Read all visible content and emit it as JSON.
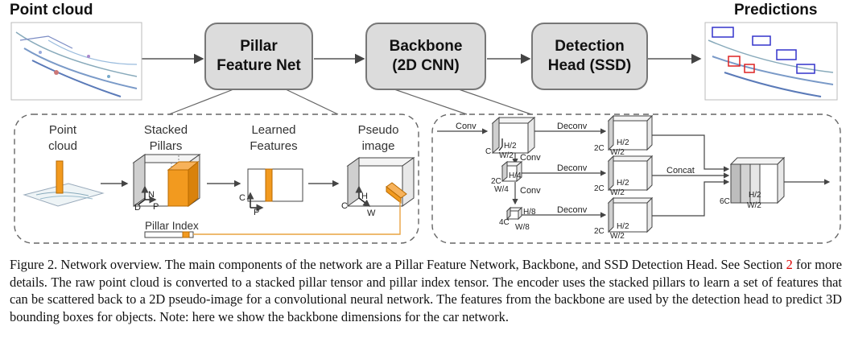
{
  "top": {
    "left_title": "Point cloud",
    "right_title": "Predictions",
    "stages": [
      "Pillar\nFeature Net",
      "Backbone\n(2D CNN)",
      "Detection\nHead (SSD)"
    ]
  },
  "pfn": {
    "labels": [
      "Point\ncloud",
      "Stacked\nPillars",
      "Learned\nFeatures",
      "Pseudo\nimage"
    ],
    "pillar_index": "Pillar Index",
    "axis": {
      "N": "N",
      "D": "D",
      "P": "P",
      "C": "C",
      "H": "H",
      "W": "W"
    }
  },
  "backbone": {
    "conv": "Conv",
    "deconv": "Deconv",
    "concat": "Concat",
    "dims": {
      "b1": {
        "c": "C",
        "h": "H/2",
        "w": "W/2"
      },
      "b2": {
        "c": "2C",
        "h": "H/4",
        "w": "W/4"
      },
      "b3": {
        "c": "4C",
        "h": "H/8",
        "w": "W/8"
      },
      "u": {
        "c": "2C",
        "h": "H/2",
        "w": "W/2"
      },
      "cat": {
        "c": "6C",
        "h": "H/2",
        "w": "W/2"
      }
    }
  },
  "caption": {
    "prefix": "Figure 2. Network overview. The main components of the network are a Pillar Feature Network, Backbone, and SSD Detection Head. See Section ",
    "ref": "2",
    "suffix": " for more details. The raw point cloud is converted to a stacked pillar tensor and pillar index tensor. The encoder uses the stacked pillars to learn a set of features that can be scattered back to a 2D pseudo-image for a convolutional neural network. The features from the backbone are used by the detection head to predict 3D bounding boxes for objects. Note: here we show the backbone dimensions for the car network."
  }
}
